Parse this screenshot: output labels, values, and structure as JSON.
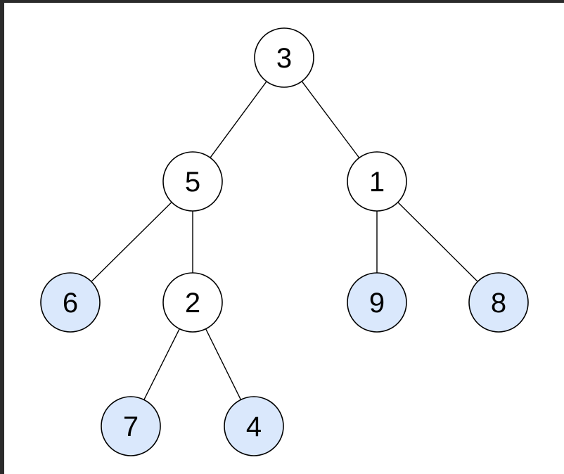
{
  "tree": {
    "nodes": [
      {
        "id": "n3",
        "label": "3",
        "kind": "internal"
      },
      {
        "id": "n5",
        "label": "5",
        "kind": "internal"
      },
      {
        "id": "n1",
        "label": "1",
        "kind": "internal"
      },
      {
        "id": "n6",
        "label": "6",
        "kind": "leaf"
      },
      {
        "id": "n2",
        "label": "2",
        "kind": "internal"
      },
      {
        "id": "n9",
        "label": "9",
        "kind": "leaf"
      },
      {
        "id": "n8",
        "label": "8",
        "kind": "leaf"
      },
      {
        "id": "n7",
        "label": "7",
        "kind": "leaf"
      },
      {
        "id": "n4",
        "label": "4",
        "kind": "leaf"
      }
    ],
    "edges": [
      [
        "n3",
        "n5"
      ],
      [
        "n3",
        "n1"
      ],
      [
        "n5",
        "n6"
      ],
      [
        "n5",
        "n2"
      ],
      [
        "n1",
        "n9"
      ],
      [
        "n1",
        "n8"
      ],
      [
        "n2",
        "n7"
      ],
      [
        "n2",
        "n4"
      ]
    ]
  },
  "colors": {
    "internal_fill": "#ffffff",
    "leaf_fill": "#dae8fc",
    "leaf_stroke": "#6c8ebf",
    "edge": "#000000",
    "background": "#ffffff",
    "frame": "#2b2b2b"
  }
}
